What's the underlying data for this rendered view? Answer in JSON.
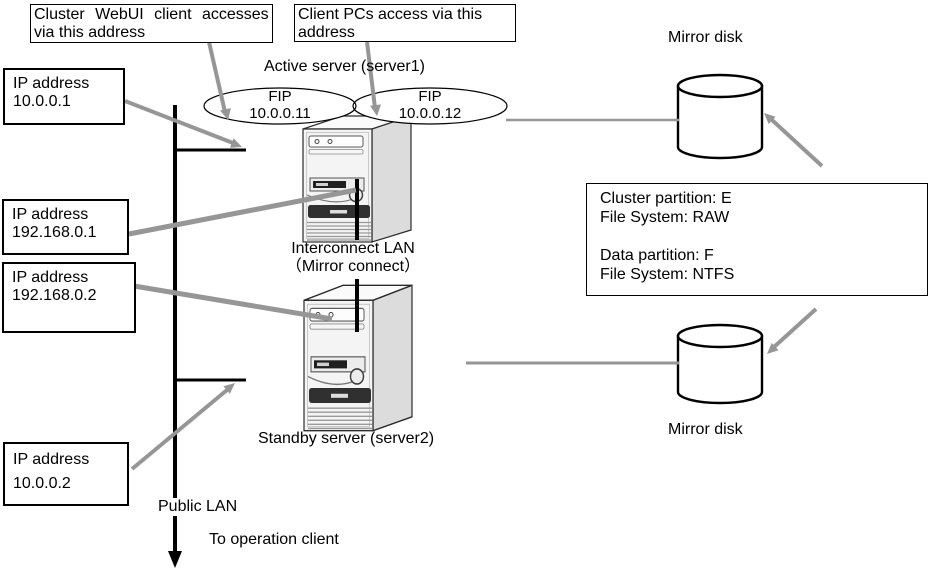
{
  "callouts": {
    "webui": {
      "line1": "Cluster WebUI client accesses",
      "line2": "via this address"
    },
    "client_pcs": {
      "line1": "Client PCs access via this",
      "line2": "address"
    }
  },
  "labels": {
    "active_server": "Active server (server1)",
    "standby_server": "Standby server (server2)",
    "interconnect_line1": "Interconnect LAN",
    "interconnect_line2": "（Mirror connect）",
    "public_lan": "Public LAN",
    "to_operation_client": "To operation client",
    "mirror_disk_top": "Mirror disk",
    "mirror_disk_bottom": "Mirror disk"
  },
  "fips": [
    {
      "label": "FIP",
      "address": "10.0.0.11"
    },
    {
      "label": "FIP",
      "address": "10.0.0.12"
    }
  ],
  "ip_boxes": [
    {
      "label": "IP address",
      "address": "10.0.0.1"
    },
    {
      "label": "IP address",
      "address": "192.168.0.1"
    },
    {
      "label": "IP address",
      "address": "192.168.0.2"
    },
    {
      "label": "IP address",
      "address": "10.0.0.2"
    }
  ],
  "partition_info": {
    "line1": "Cluster partition: E",
    "line2": "File System: RAW",
    "line3": "Data partition: F",
    "line4": "File System: NTFS"
  },
  "colors": {
    "connector_gray": "#969696",
    "line_black": "#000000"
  }
}
